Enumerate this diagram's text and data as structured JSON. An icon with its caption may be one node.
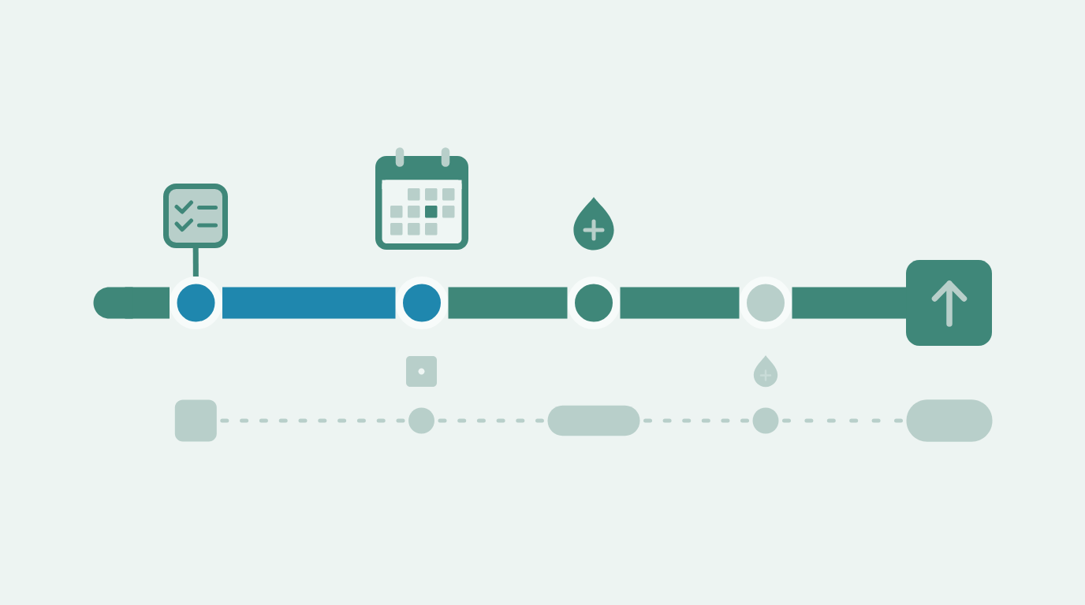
{
  "diagram": {
    "nodes": [
      {
        "text": [],
        "shape": "picture"
      },
      {
        "text": [],
        "shape": "circle"
      },
      {
        "text": [],
        "shape": "circle"
      },
      {
        "text": [],
        "shape": "circle"
      },
      {
        "text": [],
        "shape": "circle"
      },
      {
        "text": [],
        "shape": "box"
      },
      {
        "text": [],
        "shape": "box"
      },
      {
        "text": [],
        "shape": "circle"
      },
      {
        "text": [],
        "shape": "bar"
      },
      {
        "text": [],
        "shape": "circle"
      },
      {
        "text": [],
        "shape": "bar"
      }
    ],
    "edges": [
      {
        "from": 0,
        "to": 1,
        "arrow": "none"
      },
      {
        "from": null,
        "to": 1,
        "arrow": "none",
        "style": "thick"
      },
      {
        "from": 1,
        "to": 2,
        "arrow": "none",
        "style": "thick",
        "color": "#1f87ae"
      },
      {
        "from": 2,
        "to": 3,
        "arrow": "none",
        "style": "thick"
      },
      {
        "from": 3,
        "to": 4,
        "arrow": "none",
        "style": "thick"
      },
      {
        "from": 4,
        "to": 5,
        "arrow": "none",
        "style": "thick"
      },
      {
        "from": 6,
        "to": 7,
        "arrow": "none",
        "style": "dashed",
        "color": "#b8cfca"
      },
      {
        "from": 7,
        "to": 8,
        "arrow": "none",
        "style": "dashed",
        "color": "#b8cfca"
      },
      {
        "from": 8,
        "to": 9,
        "arrow": "none",
        "style": "dashed",
        "color": "#b8cfca"
      },
      {
        "from": 9,
        "to": 10,
        "arrow": "none",
        "style": "dashed",
        "color": "#b8cfca"
      }
    ]
  }
}
